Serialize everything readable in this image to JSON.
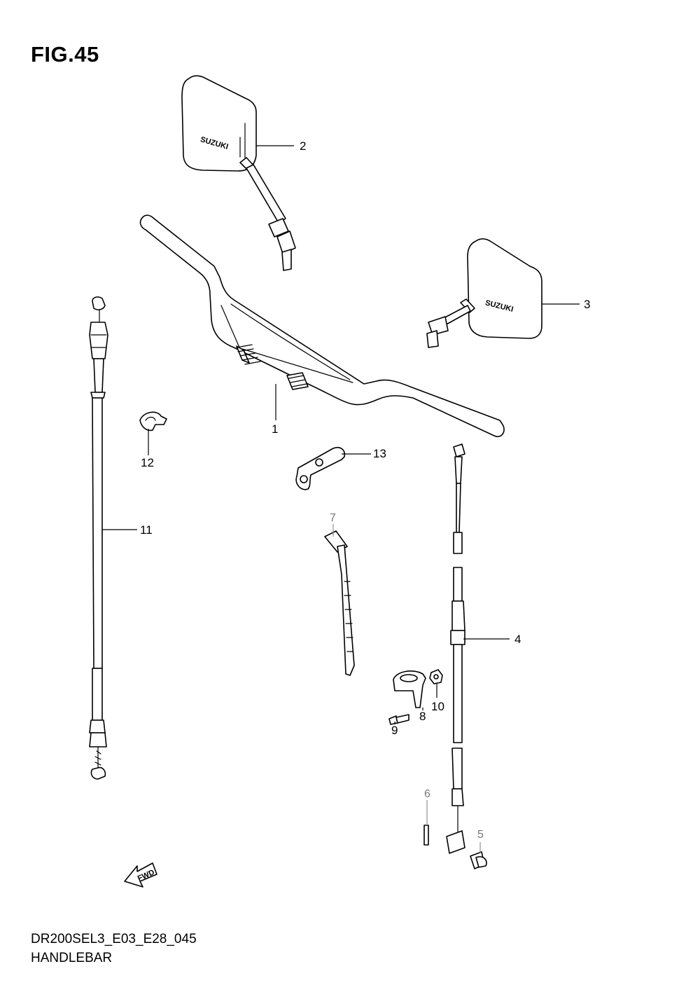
{
  "figure": {
    "title": "FIG.45",
    "model_code": "DR200SEL3_E03_E28_045",
    "section_name": "HANDLEBAR"
  },
  "callouts": [
    "1",
    "2",
    "3",
    "4",
    "5",
    "6",
    "7",
    "8",
    "9",
    "10",
    "11",
    "12",
    "13"
  ],
  "mirror_logo_text": "SUZUKI",
  "fwd_arrow_text": "FWD"
}
